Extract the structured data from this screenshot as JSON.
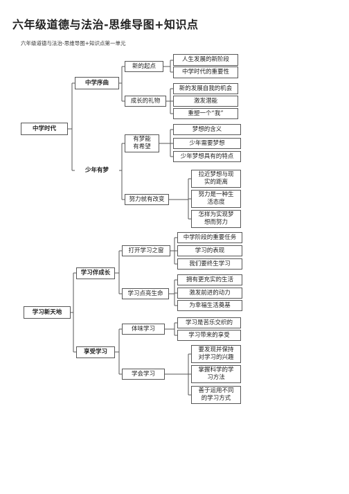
{
  "title": "六年级道德与法治-思维导图+知识点",
  "subtitle": "六年级道德与法治-思维导图+知识点第一单元",
  "map1": {
    "root": "中学时代",
    "b1": {
      "label": "中学序曲",
      "s1": {
        "label": "新的起点",
        "leaves": [
          "人生发展的新阶段",
          "中学时代的重要性"
        ]
      },
      "s2": {
        "label": "成长的礼物",
        "leaves": [
          "新的发展自我的机会",
          "激发潜能",
          "重塑一个“我”"
        ]
      }
    },
    "b2": {
      "label": "少年有梦",
      "s1": {
        "label": "有梦能\n有希望",
        "leaves": [
          "梦想的含义",
          "少年需要梦想",
          "少年梦想具有的特点"
        ]
      },
      "s2": {
        "label": "努力就有改变",
        "leaves": [
          "拉近梦想与现\n实的距离",
          "努力是一种生\n活态度",
          "怎样为实现梦\n想而努力"
        ]
      }
    }
  },
  "map2": {
    "root": "学习新天地",
    "b1": {
      "label": "学习伴成长",
      "s1": {
        "label": "打开学习之窗",
        "leaves": [
          "中学阶段的重要任务",
          "学习的表现",
          "我们要终生学习"
        ]
      },
      "s2": {
        "label": "学习点亮生命",
        "leaves": [
          "拥有更充实的生活",
          "激发前进的动力",
          "为幸福生活奠基"
        ]
      }
    },
    "b2": {
      "label": "享受学习",
      "s1": {
        "label": "体味学习",
        "leaves": [
          "学习是苦乐交织的",
          "学习带来的享受"
        ]
      },
      "s2": {
        "label": "学会学习",
        "leaves": [
          "要发现并保持\n对学习的兴趣",
          "掌握科学的学\n习方法",
          "善于运用不同\n的学习方式"
        ]
      }
    }
  }
}
